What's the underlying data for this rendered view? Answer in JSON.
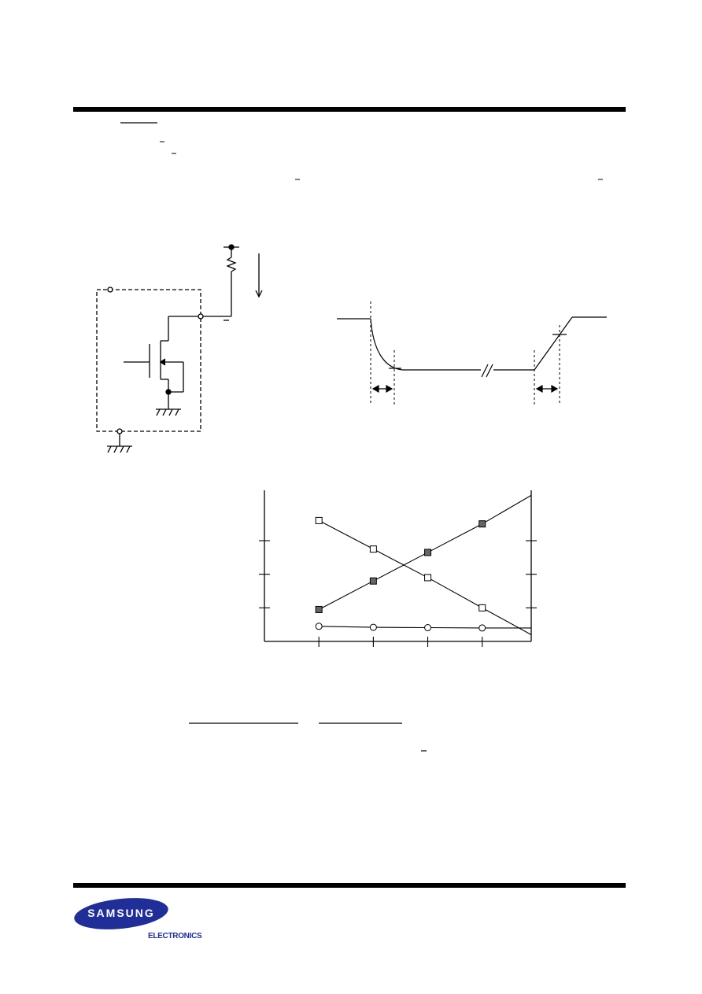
{
  "footer": {
    "brand": "SAMSUNG",
    "sub_brand": "ELECTRONICS",
    "brand_color": "#1f2e99"
  },
  "chart_data": {
    "type": "line",
    "title": "",
    "xlabel": "",
    "ylabel": "",
    "x": [
      1,
      2,
      3,
      4
    ],
    "series": [
      {
        "marker": "open-square",
        "values": [
          3.6,
          2.75,
          1.9,
          1.0
        ]
      },
      {
        "marker": "filled-square",
        "values": [
          0.95,
          1.8,
          2.65,
          3.5
        ]
      },
      {
        "marker": "open-circle",
        "values": [
          0.45,
          0.42,
          0.41,
          0.4
        ]
      }
    ],
    "xlim": [
      0.0,
      4.9
    ],
    "ylim": [
      0.0,
      4.5
    ]
  }
}
